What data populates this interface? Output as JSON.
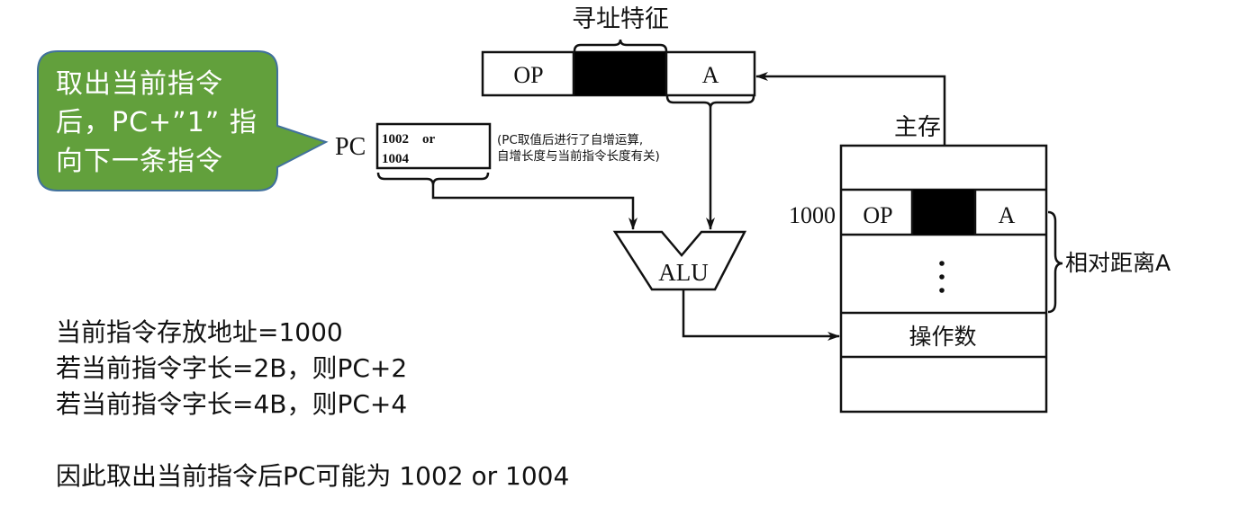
{
  "callout": {
    "lines": [
      "取出当前指令",
      "后，PC+”1” 指",
      "向下一条指令"
    ],
    "fill_color": "#62a03c",
    "border_color": "#41719c"
  },
  "instruction_register": {
    "title": "寻址特征",
    "fields": [
      "OP",
      "",
      "A"
    ]
  },
  "pc": {
    "label": "PC",
    "value_line1": "1002    or",
    "value_line2": "1004",
    "note_line1": "(PC取值后进行了自增运算,",
    "note_line2": "自增长度与当前指令长度有关)"
  },
  "alu": {
    "label": "ALU"
  },
  "memory": {
    "title": "主存",
    "address": "1000",
    "instruction_fields": [
      "OP",
      "",
      "A"
    ],
    "ellipsis": "⋮",
    "operand_label": "操作数",
    "distance_label": "相对距离A"
  },
  "notes": {
    "lines": [
      "当前指令存放地址=1000",
      "若当前指令字长=2B，则PC+2",
      "若当前指令字长=4B，则PC+4"
    ],
    "conclusion": "因此取出当前指令后PC可能为 1002 or 1004"
  }
}
